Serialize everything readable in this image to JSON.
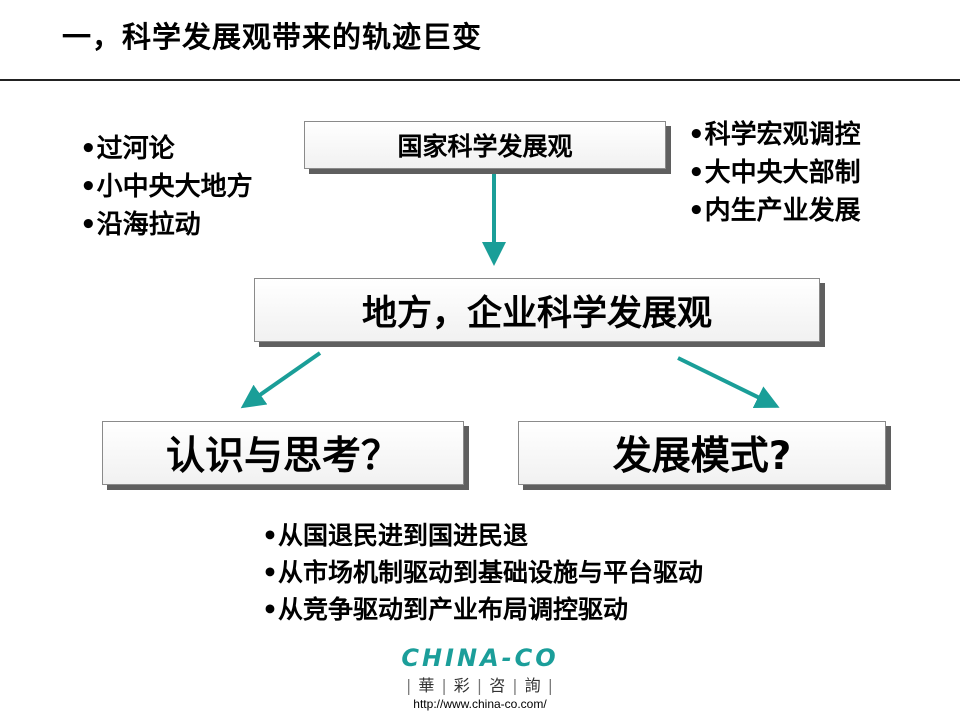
{
  "title": "一，科学发展观带来的轨迹巨变",
  "boxes": {
    "top": "国家科学发展观",
    "middle": "地方，企业科学发展观",
    "left": "认识与思考？",
    "right": "发展模式?"
  },
  "top_left_list": [
    "•过河论",
    "•小中央大地方",
    "•沿海拉动"
  ],
  "top_right_list": [
    "•科学宏观调控",
    "•大中央大部制",
    "•内生产业发展"
  ],
  "bottom_list": [
    "•从国退民进到国进民退",
    "•从市场机制驱动到基础设施与平台驱动",
    "•从竞争驱动到产业布局调控驱动"
  ],
  "logo": {
    "name": "CHINA-CO",
    "chinese": [
      "華",
      "彩",
      "咨",
      "詢"
    ],
    "url": "http://www.china-co.com/"
  },
  "colors": {
    "arrow": "#1a9e98",
    "logo": "#1b9e9a",
    "box_shadow": "#5f5f5f"
  }
}
